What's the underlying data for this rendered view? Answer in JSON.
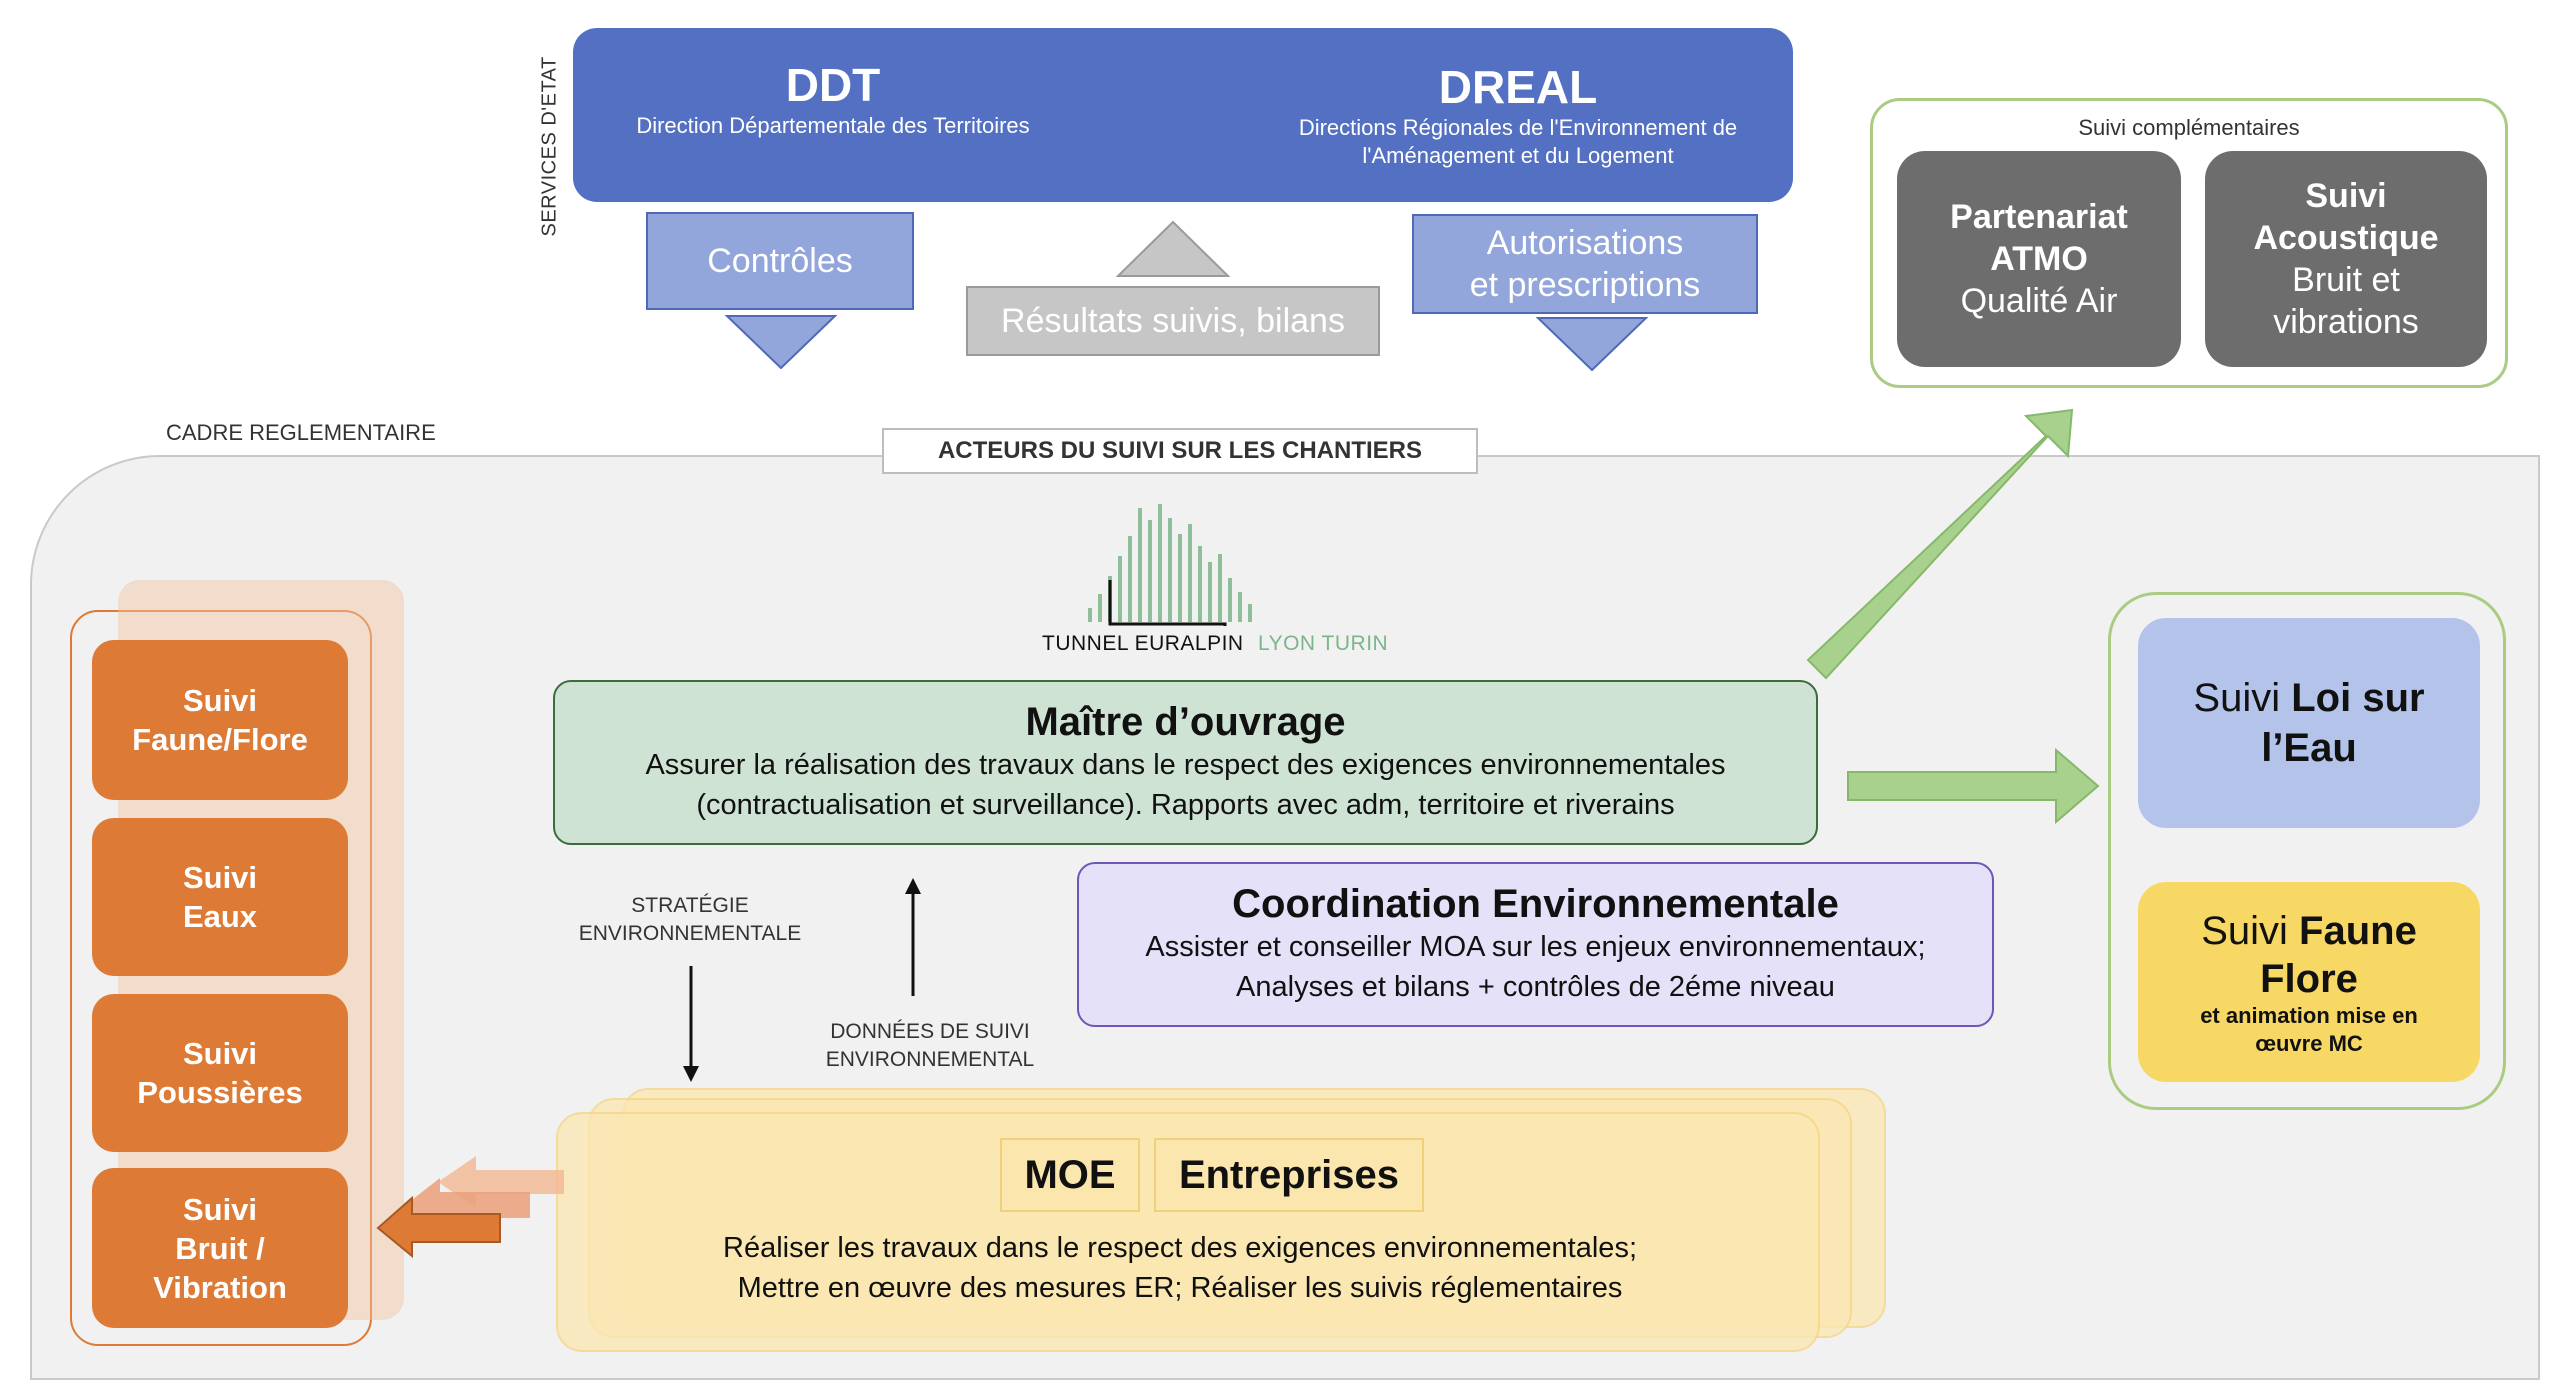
{
  "state": {
    "side_label": "SERVICES D'ETAT",
    "ddt_title": "DDT",
    "ddt_sub": "Direction Départementale des Territoires",
    "dreal_title": "DREAL",
    "dreal_sub_1": "Directions Régionales de l'Environnement de",
    "dreal_sub_2": "l'Aménagement et du Logement",
    "controles": "Contrôles",
    "resultats": "Résultats suivis, bilans",
    "autorisations_1": "Autorisations",
    "autorisations_2": "et prescriptions"
  },
  "complementaires": {
    "title": "Suivi complémentaires",
    "atmo": [
      "Partenariat",
      "ATMO",
      "Qualité Air"
    ],
    "acoustique": [
      "Suivi",
      "Acoustique",
      "Bruit et",
      "vibrations"
    ]
  },
  "cadre": {
    "label": "CADRE REGLEMENTAIRE",
    "acteurs": "ACTEURS DU SUIVI SUR LES CHANTIERS"
  },
  "logo": {
    "left": "TUNNEL EURALPIN",
    "right": "LYON TURIN"
  },
  "left_column": [
    [
      "Suivi",
      "Faune/Flore"
    ],
    [
      "Suivi",
      "Eaux"
    ],
    [
      "Suivi",
      "Poussières"
    ],
    [
      "Suivi",
      "Bruit /",
      "Vibration"
    ]
  ],
  "moa": {
    "title": "Maître d’ouvrage",
    "line1": "Assurer la réalisation des travaux dans le respect des exigences environnementales",
    "line2": "(contractualisation et surveillance). Rapports avec adm, territoire et riverains"
  },
  "coordination": {
    "title": "Coordination Environnementale",
    "line1": "Assister et conseiller MOA sur les enjeux environnementaux;",
    "line2": "Analyses et bilans + contrôles de 2éme niveau"
  },
  "flows": {
    "strategie_1": "STRATÉGIE",
    "strategie_2": "ENVIRONNEMENTALE",
    "donnees_1": "DONNÉES DE SUIVI",
    "donnees_2": "ENVIRONNEMENTAL"
  },
  "moe": {
    "moe": "MOE",
    "entreprises": "Entreprises",
    "line1": "Réaliser les travaux dans le respect des exigences environnementales;",
    "line2": "Mettre en œuvre des mesures ER; Réaliser les suivis réglementaires"
  },
  "right": {
    "loi_1": "Suivi",
    "loi_2": "Loi sur",
    "loi_3": "l’Eau",
    "faune_1": "Suivi",
    "faune_2": "Faune",
    "faune_3": "Flore",
    "faune_4": "et animation mise en",
    "faune_5": "œuvre MC"
  },
  "colors": {
    "state_blue": "#5470c2",
    "light_blue": "#93a6dc",
    "orange": "#dd7a36",
    "green_arrow": "#a9d18e",
    "moa_green": "#cfe3d4",
    "coord_purple": "#e4e1f8",
    "yellow": "#f8d865"
  }
}
